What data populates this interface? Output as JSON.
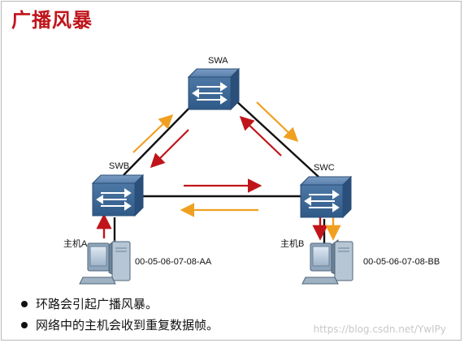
{
  "title": "广播风暴",
  "switches": {
    "swa": {
      "label": "SWA"
    },
    "swb": {
      "label": "SWB"
    },
    "swc": {
      "label": "SWC"
    }
  },
  "hosts": {
    "host_a": {
      "label": "主机A",
      "mac": "00-05-06-07-08-AA"
    },
    "host_b": {
      "label": "主机B",
      "mac": "00-05-06-07-08-BB"
    }
  },
  "bullets": [
    "环路会引起广播风暴。",
    "网络中的主机会收到重复数据帧。"
  ],
  "watermark": "https://blog.csdn.net/YwIPy",
  "colors": {
    "title": "#c0141b",
    "arrow_red": "#c0141b",
    "arrow_orange": "#f0a020",
    "switch_body": "#3f6c9c",
    "link": "#111111"
  }
}
